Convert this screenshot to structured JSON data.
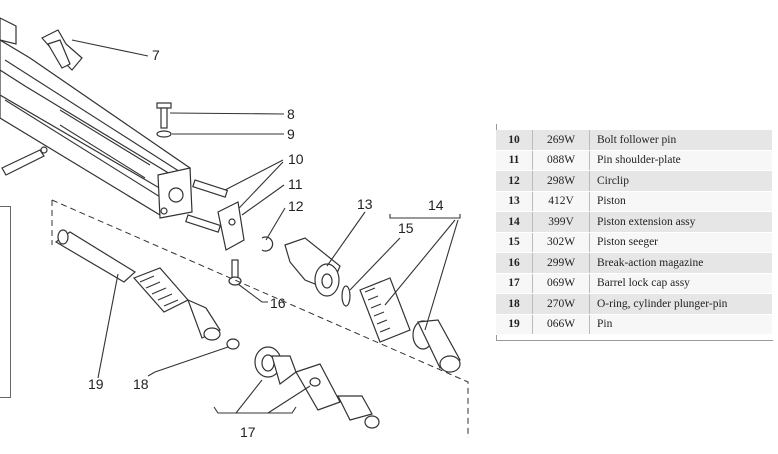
{
  "callouts": {
    "c7": "7",
    "c8": "8",
    "c9": "9",
    "c10": "10",
    "c11": "11",
    "c12": "12",
    "c13": "13",
    "c14": "14",
    "c15": "15",
    "c16": "16",
    "c17": "17",
    "c18": "18",
    "c19": "19"
  },
  "parts_table": {
    "rows": [
      {
        "num": "10",
        "code": "269W",
        "desc": "Bolt follower pin"
      },
      {
        "num": "11",
        "code": "088W",
        "desc": "Pin shoulder-plate"
      },
      {
        "num": "12",
        "code": "298W",
        "desc": "Circlip"
      },
      {
        "num": "13",
        "code": "412V",
        "desc": "Piston"
      },
      {
        "num": "14",
        "code": "399V",
        "desc": "Piston extension assy"
      },
      {
        "num": "15",
        "code": "302W",
        "desc": "Piston seeger"
      },
      {
        "num": "16",
        "code": "299W",
        "desc": "Break-action magazine"
      },
      {
        "num": "17",
        "code": "069W",
        "desc": "Barrel lock cap assy"
      },
      {
        "num": "18",
        "code": "270W",
        "desc": "O-ring, cylinder plunger-pin"
      },
      {
        "num": "19",
        "code": "066W",
        "desc": "Pin"
      }
    ]
  }
}
